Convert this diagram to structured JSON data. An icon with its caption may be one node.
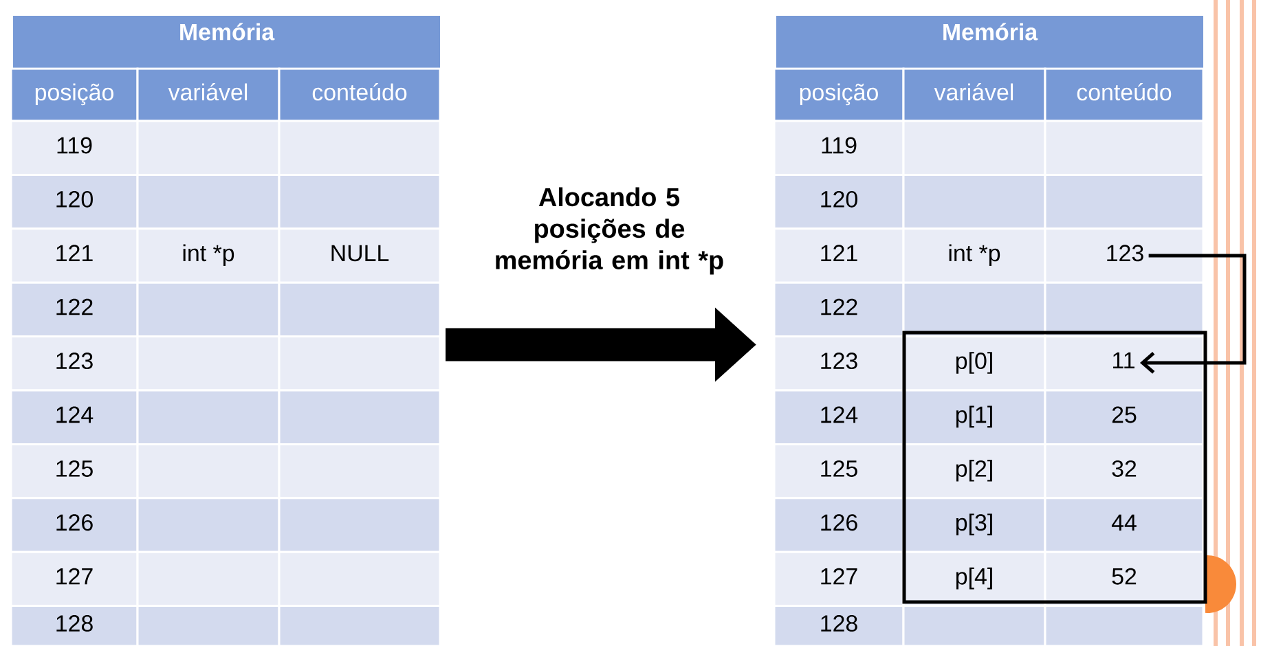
{
  "diagram": {
    "nodes": [
      {
        "text": [
          "Memória"
        ]
      },
      {
        "text": [
          "Memória"
        ]
      },
      {
        "text": [
          "123"
        ],
        "in": 1
      },
      {
        "text": [],
        "shape": "box",
        "in": 1
      },
      {
        "text": [
          "11"
        ],
        "in": 3
      }
    ],
    "edges": [
      {
        "from": 0,
        "to": 1,
        "arrow": "to",
        "style": "thick",
        "label": "Alocando 5 posições de memória em int *p"
      },
      {
        "from": 2,
        "to": 4,
        "arrow": "to"
      }
    ],
    "labels": [
      "posição",
      "variável",
      "conteúdo",
      "119",
      "120",
      "121",
      "int *p",
      "NULL",
      "122",
      "123",
      "124",
      "125",
      "126",
      "127",
      "128",
      "posição",
      "variável",
      "conteúdo",
      "119",
      "120",
      "121",
      "int *p",
      "122",
      "123",
      "p[0]",
      "124",
      "p[1]",
      "25",
      "125",
      "p[2]",
      "32",
      "126",
      "p[3]",
      "44",
      "127",
      "p[4]",
      "52",
      "128"
    ]
  }
}
